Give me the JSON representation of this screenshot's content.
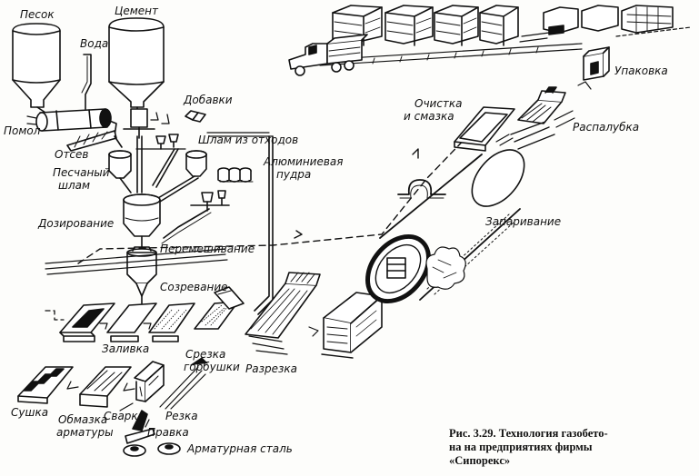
{
  "labels": {
    "sand": "Песок",
    "cement": "Цемент",
    "water": "Вода",
    "additives": "Добавки",
    "grinding": "Помол",
    "sieve": "Отсев",
    "sand_slurry_1": "Песчаный",
    "sand_slurry_2": "шлам",
    "waste_slurry": "Шлам из отходов",
    "aluminium_1": "Алюминиевая",
    "aluminium_2": "пудра",
    "dosing": "Дозирование",
    "mixing": "Перемешивание",
    "maturing": "Созревание",
    "pouring": "Заливка",
    "trimming_1": "Срезка",
    "trimming_2": "горбушки",
    "cutting": "Разрезка",
    "drying": "Сушка",
    "coating_1": "Обмазка",
    "coating_2": "арматуры",
    "welding": "Сварка",
    "cutting_rods": "Резка",
    "straightening": "Правка",
    "rebar_steel": "Арматурная сталь",
    "steaming": "Запаривание",
    "cleaning_1": "Очистка",
    "cleaning_2": "и смазка",
    "demoulding": "Распалубка",
    "packing": "Упаковка"
  },
  "caption": {
    "line1": "Рис. 3.29. Технология газобето-",
    "line2": "на на предприятиях фирмы",
    "line3": "«Сипорекс»"
  }
}
